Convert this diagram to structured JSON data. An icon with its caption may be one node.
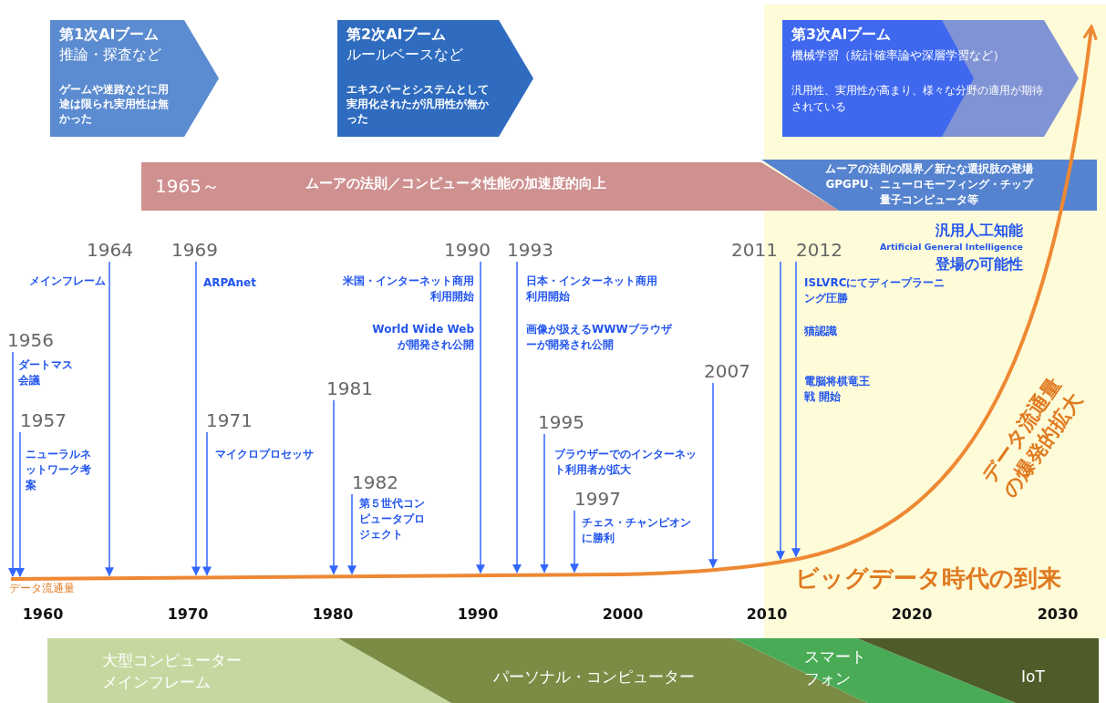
{
  "diagram": {
    "nodes": [
      {
        "text": [
          "第1次AIブーム",
          "推論・探査など",
          "ゲームや迷路などに用途は限られ実用性は無かった"
        ]
      },
      {
        "text": [
          "第2次AIブーム",
          "ルールベースなど",
          "エキスパーとシステムとして実用化されたが汎用性が無かった"
        ]
      },
      {
        "text": [
          "第3次AIブーム",
          "機械学習（統計確率論や深層学習など）",
          "汎用性、実用性が高まり、様々な分野の適用が期待されている"
        ]
      },
      {
        "text": [
          "1965～",
          "ムーアの法則／コンピュータ性能の加速度的向上"
        ]
      },
      {
        "text": [
          "ムーアの法則の限界／新たな選択肢の登場 GPGPU、ニューロモーフィング・チップ量子コンピュータ等"
        ]
      },
      {
        "text": [
          "1956"
        ],
        "beside": [
          "ダートマス会議"
        ]
      },
      {
        "text": [
          "1957"
        ],
        "beside": [
          "ニューラルネットワーク考案"
        ]
      },
      {
        "text": [
          "1964"
        ],
        "beside": [
          "メインフレーム"
        ]
      },
      {
        "text": [
          "1969"
        ],
        "beside": [
          "ARPAnet"
        ]
      },
      {
        "text": [
          "1971"
        ],
        "beside": [
          "マイクロプロセッサ"
        ]
      },
      {
        "text": [
          "1981"
        ]
      },
      {
        "text": [
          "1982"
        ],
        "beside": [
          "第５世代コンピュータプロジェクト"
        ]
      },
      {
        "text": [
          "1990"
        ],
        "beside": [
          "米国・インターネット商用利用開始",
          "World Wide Webが開発され公開"
        ]
      },
      {
        "text": [
          "1993"
        ],
        "beside": [
          "日本・インターネット商用利用開始",
          "画像が扱えるWWWブラウザーが開発され公開"
        ]
      },
      {
        "text": [
          "1995"
        ],
        "beside": [
          "ブラウザーでのインターネット利用者が拡大"
        ]
      },
      {
        "text": [
          "1997"
        ],
        "beside": [
          "チェス・チャンピオンに勝利"
        ]
      },
      {
        "text": [
          "2007"
        ]
      },
      {
        "text": [
          "2011"
        ]
      },
      {
        "text": [
          "2012"
        ],
        "beside": [
          "ISLVRCにてディープラーニング圧勝",
          "猫認識",
          "電脳将棋竜王戦 開始"
        ]
      },
      {
        "text": [
          "大型コンピューターメインフレーム"
        ]
      },
      {
        "text": [
          "パーソナル・コンピューター"
        ]
      },
      {
        "text": [
          "スマートフォン"
        ]
      },
      {
        "text": [
          "IoT"
        ]
      },
      {
        "text": [
          "データ流通量"
        ]
      }
    ],
    "edges": [
      {
        "from": 5,
        "to": 23,
        "arrow": "to"
      },
      {
        "from": 6,
        "to": 23,
        "arrow": "to"
      },
      {
        "from": 7,
        "to": 23,
        "arrow": "to"
      },
      {
        "from": 8,
        "to": 23,
        "arrow": "to"
      },
      {
        "from": 9,
        "to": 23,
        "arrow": "to"
      },
      {
        "from": 10,
        "to": 23,
        "arrow": "to"
      },
      {
        "from": 11,
        "to": 23,
        "arrow": "to"
      },
      {
        "from": 12,
        "to": 23,
        "arrow": "to"
      },
      {
        "from": 13,
        "to": 23,
        "arrow": "to"
      },
      {
        "from": 14,
        "to": 23,
        "arrow": "to"
      },
      {
        "from": 15,
        "to": 23,
        "arrow": "to"
      },
      {
        "from": 16,
        "to": 23,
        "arrow": "to"
      },
      {
        "from": 17,
        "to": 23,
        "arrow": "to"
      },
      {
        "from": 18,
        "to": 23,
        "arrow": "to"
      },
      {
        "from": 23,
        "to": null,
        "arrow": "to",
        "style": "thick",
        "color": "#ee8833"
      }
    ],
    "labels": [
      "汎用人工知能",
      "Artificial General Intelligence",
      "登場の可能性",
      "データ流通量の爆発的拡大",
      "ビッグデータ時代の到来",
      "1960",
      "1970",
      "1980",
      "1990",
      "2000",
      "2010",
      "2020",
      "2030"
    ]
  }
}
